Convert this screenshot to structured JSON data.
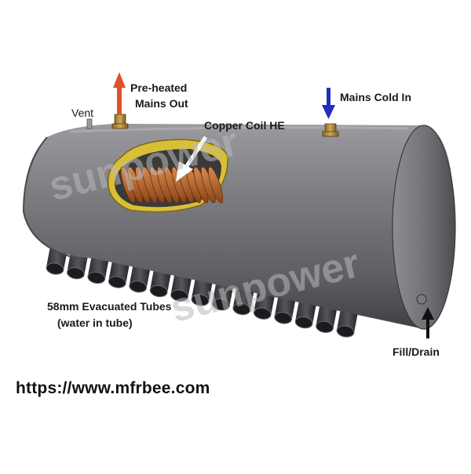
{
  "labels": {
    "preheated_line1": "Pre-heated",
    "preheated_line2": "Mains Out",
    "vent": "Vent",
    "copper_coil": "Copper Coil HE",
    "mains_cold": "Mains Cold In",
    "tubes_line1": "58mm Evacuated Tubes",
    "tubes_line2": "(water in tube)",
    "fill_drain": "Fill/Drain"
  },
  "watermark": "sunpower",
  "website": "https://www.mfrbee.com",
  "colors": {
    "hot_arrow": "#e0502a",
    "cold_arrow": "#1f2fbf",
    "tank": "#6e6e72",
    "copper": "#b8642e"
  },
  "tube_count": 15
}
